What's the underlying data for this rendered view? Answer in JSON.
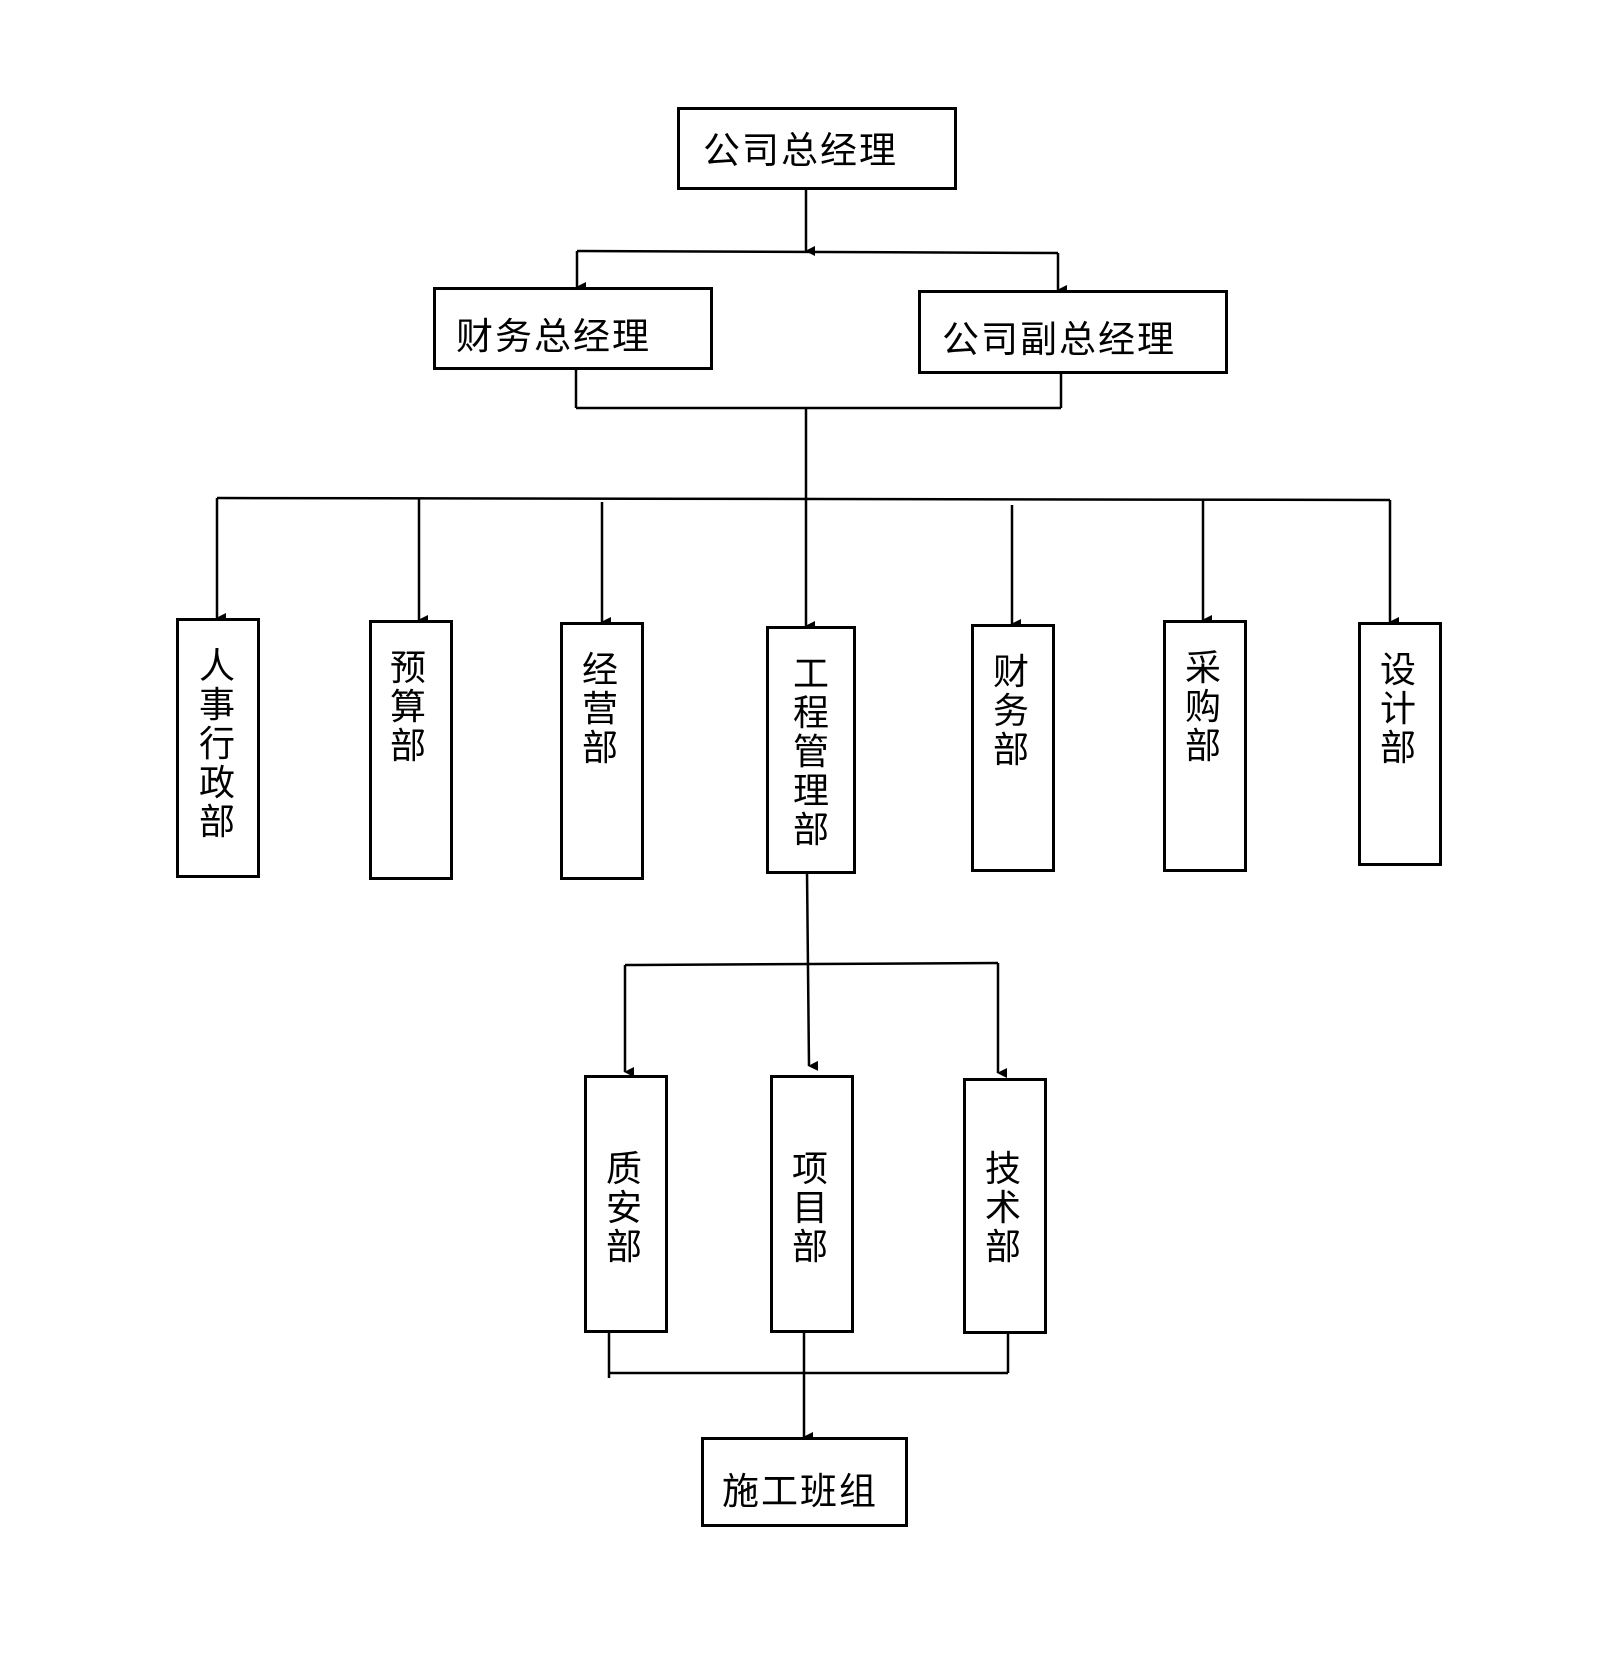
{
  "org_chart": {
    "general_manager": "公司总经理",
    "finance_general_manager": "财务总经理",
    "deputy_general_manager": "公司副总经理",
    "departments": [
      "人事行政部",
      "预算部",
      "经营部",
      "工程管理部",
      "财务部",
      "采购部",
      "设计部"
    ],
    "engineering_subdepartments": [
      "质安部",
      "项目部",
      "技术部"
    ],
    "construction_team": "施工班组"
  }
}
